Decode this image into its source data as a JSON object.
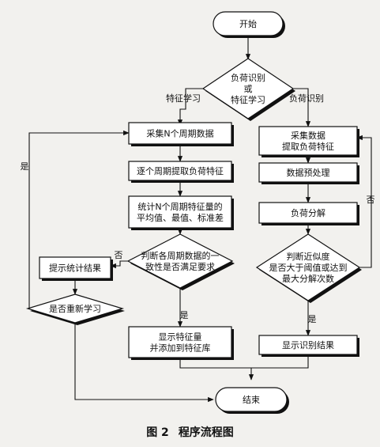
{
  "flowchart": {
    "start": "开始",
    "decision_mode": [
      "负荷识别",
      "或",
      "特征学习"
    ],
    "branch_learn": "特征学习",
    "branch_identify": "负荷识别",
    "left": {
      "collect": "采集N个周期数据",
      "extract": "逐个周期提取负荷特征",
      "stats": [
        "统计N个周期特征量的",
        "平均值、最值、标准差"
      ],
      "judge": [
        "判断各周期数据的一",
        "致性是否满足要求"
      ],
      "prompt": "提示统计结果",
      "relearn": "是否重新学习",
      "show": [
        "显示特征量",
        "并添加到特征库"
      ]
    },
    "right": {
      "collect": [
        "采集数据",
        "提取负荷特征"
      ],
      "preprocess": "数据预处理",
      "decompose": "负荷分解",
      "judge": [
        "判断近似度",
        "是否大于阈值或达到",
        "最大分解次数"
      ],
      "show": "显示识别结果"
    },
    "end": "结束",
    "edge_labels": {
      "yes": "是",
      "no": "否"
    }
  },
  "caption": {
    "figure_no": "图 2",
    "title": "程序流程图"
  }
}
